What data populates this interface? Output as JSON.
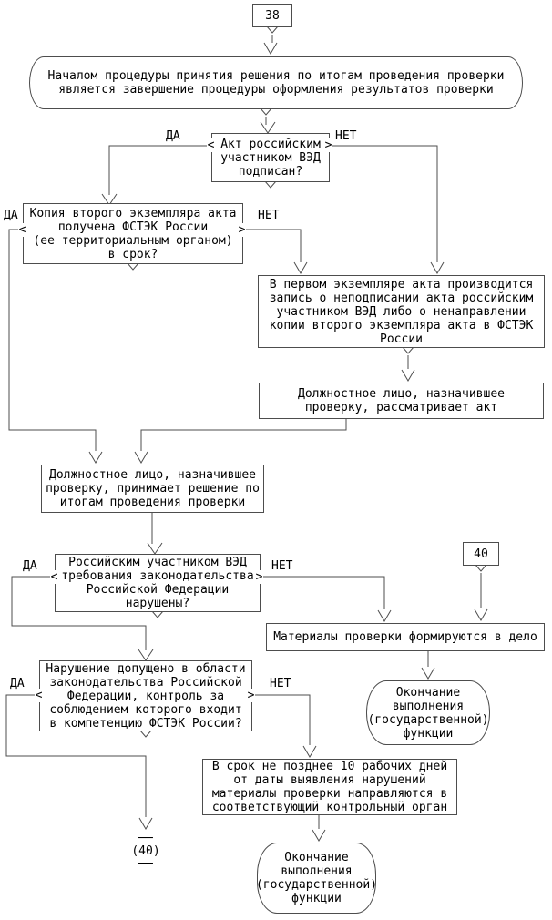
{
  "labels": {
    "yes": "ДА",
    "no": "НЕТ"
  },
  "connectors": {
    "in_ref": "38",
    "out_ref": "40",
    "out_ref_circle": "(40)",
    "dash": "──"
  },
  "nodes": {
    "start": {
      "lines": [
        "Началом процедуры принятия решения по итогам проведения проверки",
        "является завершение процедуры оформления результатов проверки"
      ]
    },
    "sign_decision": {
      "lines": [
        "Акт российским",
        "участником ВЭД",
        "подписан?"
      ]
    },
    "copy_decision": {
      "lines": [
        "Копия второго экземпляра акта",
        "получена ФСТЭК России",
        "(ее территориальным органом)",
        "в срок?"
      ]
    },
    "record_note": {
      "lines": [
        "В первом экземпляре акта производится",
        "запись о неподписании акта российским",
        "участником ВЭД либо о ненаправлении",
        "копии второго экземпляра акта в ФСТЭК",
        "России"
      ]
    },
    "official_reviews": {
      "lines": [
        "Должностное лицо, назначившее",
        "проверку, рассматривает акт"
      ]
    },
    "official_decides": {
      "lines": [
        "Должностное лицо, назначившее",
        "проверку, принимает решение по",
        "итогам проведения проверки"
      ]
    },
    "violation_decision": {
      "lines": [
        "Российским участником ВЭД",
        "требования законодательства",
        "Российской Федерации",
        "нарушены?"
      ]
    },
    "materials_filed": {
      "lines": [
        "Материалы проверки формируются в дело"
      ]
    },
    "competence_decision": {
      "lines": [
        "Нарушение допущено в области",
        "законодательства Российской",
        "Федерации, контроль за",
        "соблюдением которого входит",
        "в компетенцию ФСТЭК России?"
      ]
    },
    "deadline_send": {
      "lines": [
        "В срок не позднее 10 рабочих дней",
        "от даты выявления нарушений",
        "материалы проверки направляются в",
        "соответствующий контрольный орган"
      ]
    },
    "end1": {
      "lines": [
        "Окончание",
        "выполнения",
        "(государственной)",
        "функции"
      ]
    },
    "end2": {
      "lines": [
        "Окончание",
        "выполнения",
        "(государственной)",
        "функции"
      ]
    }
  }
}
